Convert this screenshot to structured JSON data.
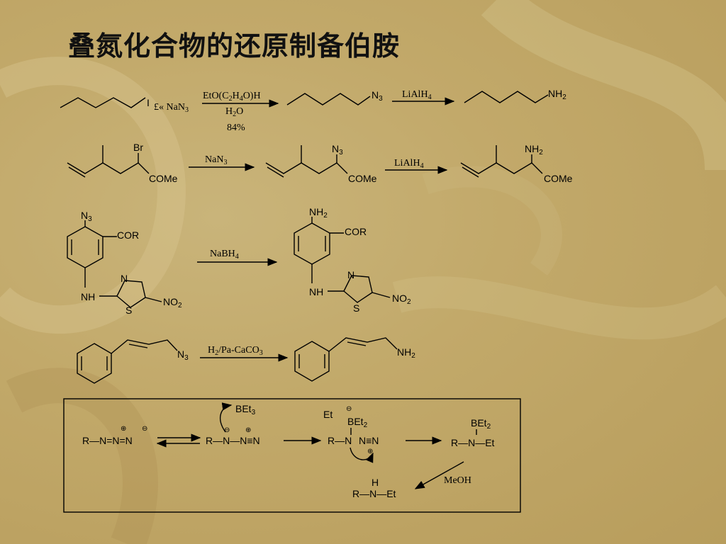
{
  "slide": {
    "title": "叠氮化合物的还原制备伯胺",
    "colors": {
      "background": "#c2a96a",
      "text": "#000000"
    }
  },
  "reactions": [
    {
      "start_label": "I",
      "reagent_prefix": "£« NaN",
      "reagent_prefix_sub": "3",
      "cond_above": "EtO(C2H4O)H",
      "cond_below": "H2O",
      "yield": "84%",
      "intermediate_label": "N3",
      "reagent2": "LiAlH4",
      "product_label": "NH2"
    },
    {
      "start_labels": [
        "Br",
        "COMe"
      ],
      "reagent1": "NaN3",
      "intermediate_labels": [
        "N3",
        "COMe"
      ],
      "reagent2": "LiAlH4",
      "product_labels": [
        "NH2",
        "COMe"
      ]
    },
    {
      "start_labels": [
        "N3",
        "COR",
        "NH",
        "N",
        "S",
        "NO2"
      ],
      "reagent": "NaBH4",
      "product_labels": [
        "NH2",
        "COR",
        "NH",
        "N",
        "S",
        "NO2"
      ]
    },
    {
      "start_label": "N3",
      "reagent": "H2/Pa-CaCO3",
      "product_label": "NH2"
    }
  ],
  "mechanism": {
    "azide_1": "R—N=N=N",
    "azide_2": "R—N—N≡N",
    "borane": "BEt3",
    "complex": [
      "Et",
      "BEt2",
      "R",
      "N",
      "N≡N"
    ],
    "borylamine": [
      "BEt2",
      "R—N—Et"
    ],
    "reagent": "MeOH",
    "product": [
      "H",
      "R—N—Et"
    ],
    "charges": [
      "⊕",
      "⊖"
    ]
  }
}
